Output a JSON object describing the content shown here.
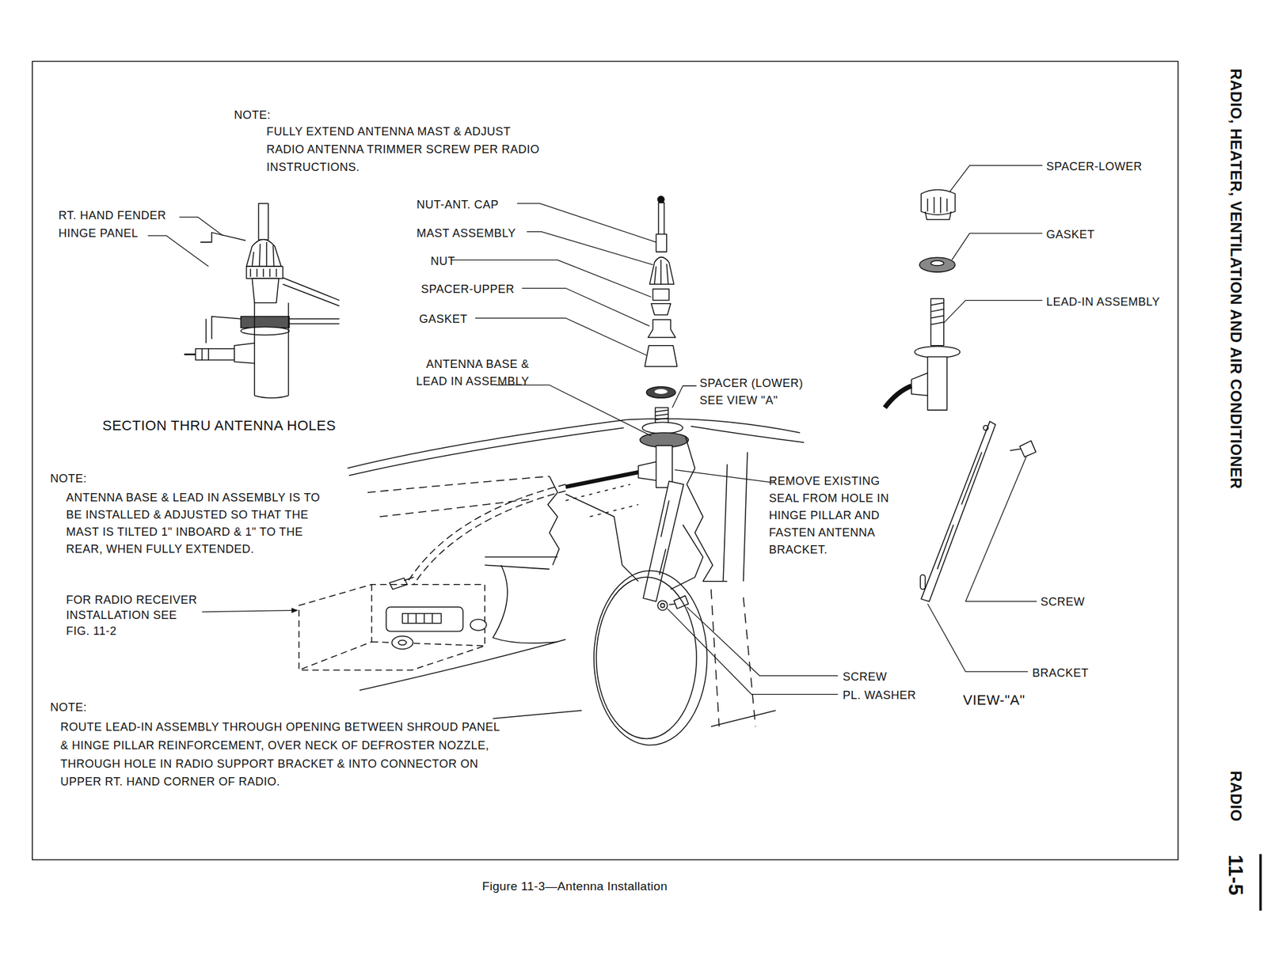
{
  "diagram": {
    "caption": "Figure 11-3—Antenna Installation",
    "labels": [
      "NOTE:",
      "FULLY EXTEND ANTENNA MAST & ADJUST RADIO ANTENNA TRIMMER SCREW PER RADIO INSTRUCTIONS.",
      "RT. HAND FENDER",
      "HINGE PANEL",
      "SECTION THRU ANTENNA HOLES",
      "NUT-ANT. CAP",
      "MAST ASSEMBLY",
      "NUT",
      "SPACER-UPPER",
      "GASKET",
      "ANTENNA BASE & LEAD IN ASSEMBLY",
      "SPACER (LOWER) SEE VIEW \"A\"",
      "REMOVE EXISTING SEAL FROM HOLE IN HINGE PILLAR AND FASTEN ANTENNA BRACKET.",
      "NOTE:",
      "ANTENNA BASE & LEAD IN ASSEMBLY IS TO BE INSTALLED & ADJUSTED SO THAT THE MAST IS TILTED 1\" INBOARD & 1\" TO THE REAR, WHEN FULLY EXTENDED.",
      "FOR RADIO RECEIVER INSTALLATION SEE FIG. 11-2",
      "NOTE:",
      "ROUTE LEAD-IN ASSEMBLY THROUGH OPENING BETWEEN SHROUD PANEL & HINGE PILLAR REINFORCEMENT, OVER NECK OF DEFROSTER NOZZLE, THROUGH HOLE IN RADIO SUPPORT BRACKET & INTO CONNECTOR ON UPPER RT. HAND CORNER OF RADIO.",
      "SCREW",
      "PL. WASHER",
      "SPACER-LOWER",
      "GASKET",
      "LEAD-IN ASSEMBLY",
      "SCREW",
      "BRACKET",
      "VIEW-\"A\"",
      "RADIO, HEATER, VENTILATION AND AIR CONDITIONER",
      "RADIO",
      "11-5"
    ]
  }
}
